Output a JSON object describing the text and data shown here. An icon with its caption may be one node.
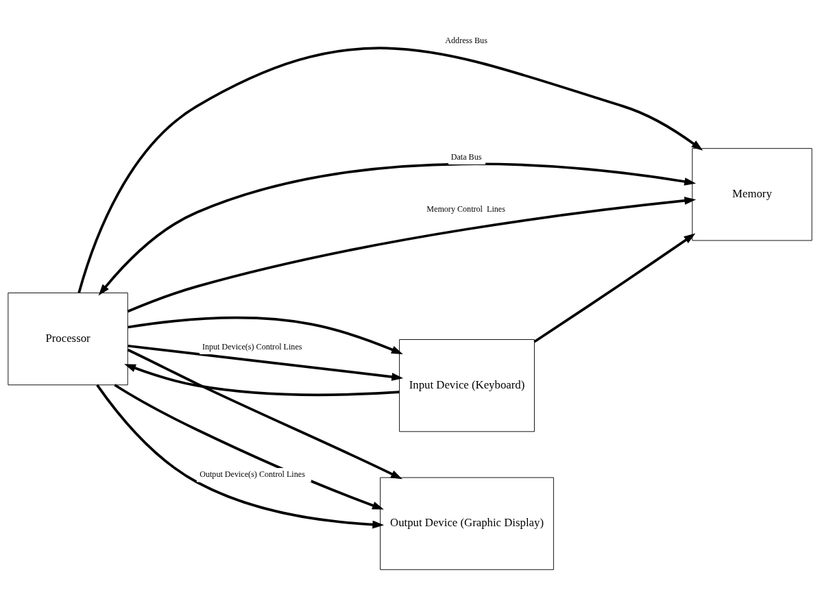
{
  "diagram": {
    "nodes": [
      {
        "text": [
          "Processor"
        ]
      },
      {
        "text": [
          "Memory"
        ]
      },
      {
        "text": [
          "Input Device (Keyboard)"
        ]
      },
      {
        "text": [
          "Output Device (Graphic Display)"
        ]
      }
    ],
    "edges": [
      {
        "from": 0,
        "to": 1,
        "arrow": "to",
        "label": "Address Bus"
      },
      {
        "from": 0,
        "to": 2,
        "arrow": "to"
      },
      {
        "from": 0,
        "to": 3,
        "arrow": "to"
      },
      {
        "from": 0,
        "to": 1,
        "arrow": "both",
        "label": "Data Bus"
      },
      {
        "from": 2,
        "to": 0,
        "arrow": "to"
      },
      {
        "from": 2,
        "to": 1,
        "arrow": "to"
      },
      {
        "from": 0,
        "to": 3,
        "arrow": "to"
      },
      {
        "from": 0,
        "to": 1,
        "arrow": "to",
        "label": "Memory Control  Lines"
      },
      {
        "from": 0,
        "to": 2,
        "arrow": "to",
        "label": "Input Device(s) Control Lines"
      },
      {
        "from": 0,
        "to": 3,
        "arrow": "to",
        "label": "Output Device(s) Control Lines"
      }
    ]
  }
}
